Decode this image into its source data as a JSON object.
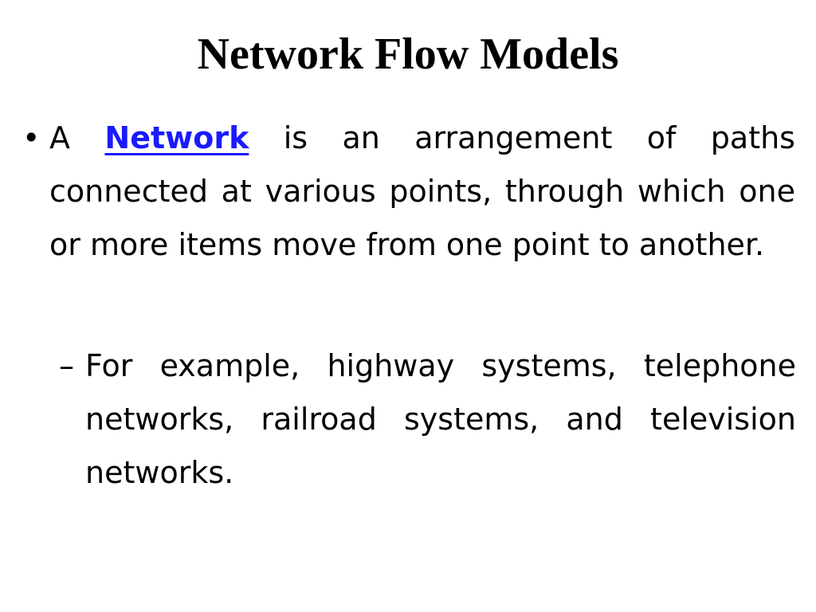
{
  "slide": {
    "title": "Network Flow Models",
    "bullet": {
      "marker": "•",
      "prefix": "A ",
      "keyword": "Network",
      "text": " is an arrangement of paths connected at various points, through which one or more items move from one point to another."
    },
    "sub_bullet": {
      "marker": "–",
      "text": "For example, highway systems, telephone networks, railroad systems, and television networks."
    }
  },
  "colors": {
    "keyword": "#1a1aff",
    "text": "#000000",
    "background": "#ffffff"
  }
}
